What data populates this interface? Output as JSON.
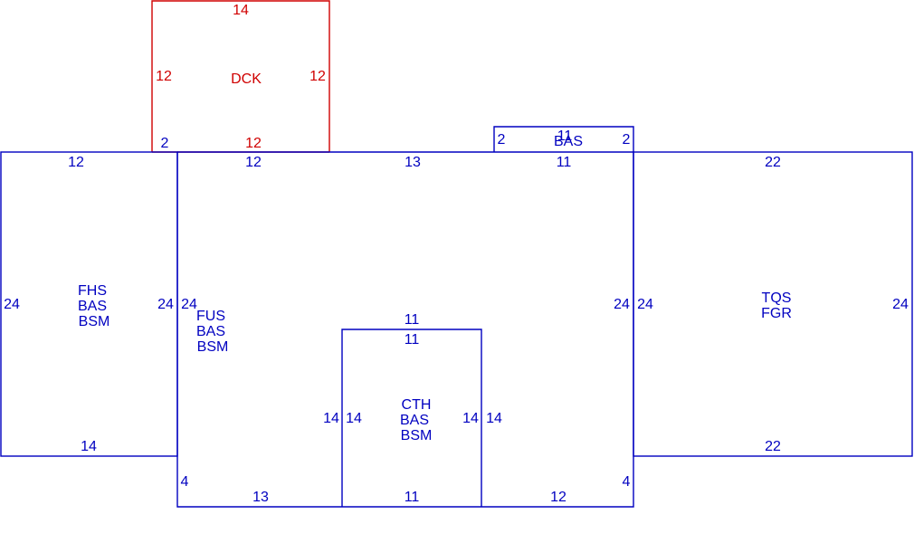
{
  "colors": {
    "main": "#0000c0",
    "deck": "#d00000"
  },
  "areas": {
    "dck": {
      "lines": [
        "DCK"
      ]
    },
    "fhs": {
      "lines": [
        "FHS",
        "BAS",
        "BSM"
      ]
    },
    "fus": {
      "lines": [
        "FUS",
        "BAS",
        "BSM"
      ]
    },
    "cth": {
      "lines": [
        "CTH",
        "BAS",
        "BSM"
      ]
    },
    "tqs": {
      "lines": [
        "TQS",
        "FGR"
      ]
    },
    "bay": {
      "lines": [
        "BAS"
      ]
    }
  },
  "dimensions": {
    "dck_top": "14",
    "dck_left": "12",
    "dck_right": "12",
    "dck_bottom": "12",
    "dck_offset": "2",
    "bay_left": "2",
    "bay_top": "11",
    "bay_right": "2",
    "fhs_top": "12",
    "fhs_left": "24",
    "fhs_right": "24",
    "fhs_bottom": "14",
    "fus_top_a": "12",
    "fus_top_b": "13",
    "fus_top_c": "11",
    "fus_left": "24",
    "fus_right": "24",
    "fus_left_step": "4",
    "fus_right_step": "4",
    "fus_bottom_a": "13",
    "fus_bottom_b": "12",
    "cth_top_outer": "11",
    "cth_top_inner": "11",
    "cth_left_outer": "14",
    "cth_left_inner": "14",
    "cth_right_inner": "14",
    "cth_right_outer": "14",
    "cth_bottom": "11",
    "tqs_top": "22",
    "tqs_left": "24",
    "tqs_right": "24",
    "tqs_bottom": "22"
  }
}
